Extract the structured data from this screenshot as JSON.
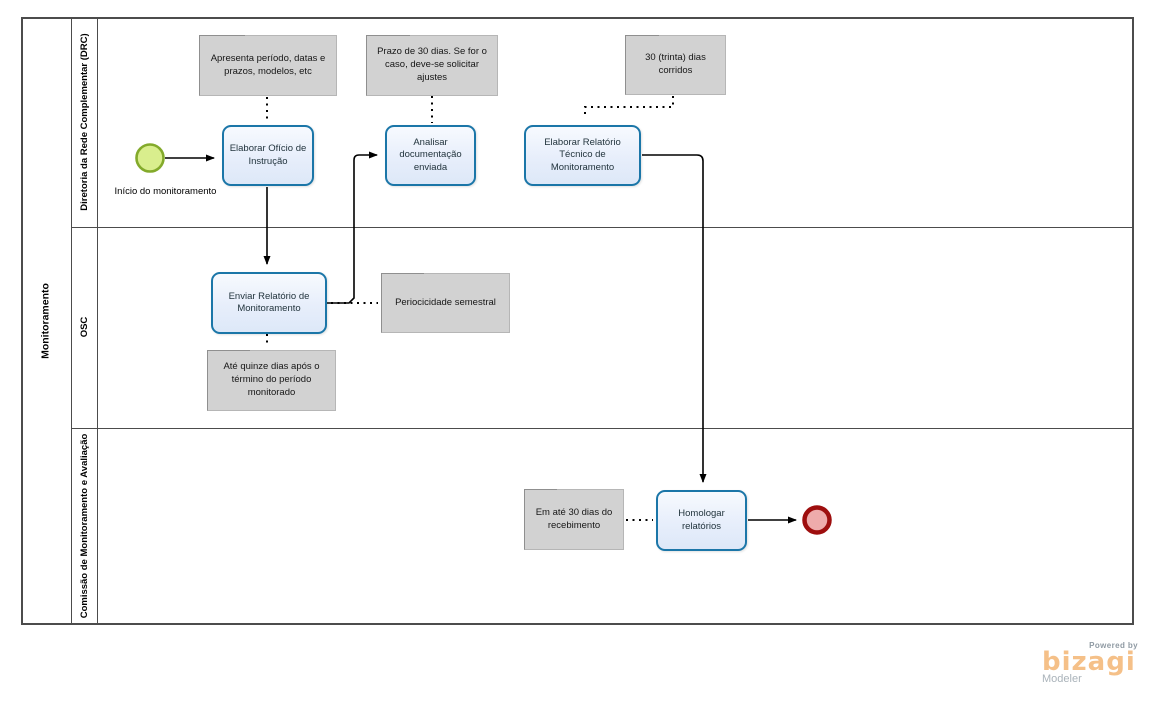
{
  "pool": {
    "title": "Monitoramento"
  },
  "lanes": [
    {
      "title": "Diretoria da Rede Complementar (DRC)"
    },
    {
      "title": "OSC"
    },
    {
      "title": "Comissão de Monitoramento e Avaliação"
    }
  ],
  "events": {
    "start": {
      "label": "Início do monitoramento"
    }
  },
  "tasks": [
    {
      "label": "Elaborar Ofício de Instrução"
    },
    {
      "label": "Analisar documentação enviada"
    },
    {
      "label": "Elaborar Relatório Técnico de Monitoramento"
    },
    {
      "label": "Enviar Relatório de Monitoramento"
    },
    {
      "label": "Homologar relatórios"
    }
  ],
  "annotations": [
    {
      "text": "Apresenta período, datas e prazos, modelos, etc"
    },
    {
      "text": "Prazo de 30 dias. Se for o caso, deve-se solicitar ajustes"
    },
    {
      "text": "30 (trinta) dias corridos"
    },
    {
      "text": "Periocicidade semestral"
    },
    {
      "text": "Até quinze dias após o término do período monitorado"
    },
    {
      "text": "Em até 30 dias do recebimento"
    }
  ],
  "flows": [
    {
      "from": "start-event",
      "to": "Elaborar Ofício de Instrução"
    },
    {
      "from": "Elaborar Ofício de Instrução",
      "to": "Enviar Relatório de Monitoramento"
    },
    {
      "from": "Enviar Relatório de Monitoramento",
      "to": "Analisar documentação enviada"
    },
    {
      "from": "Analisar documentação enviada",
      "to": "Elaborar Relatório Técnico de Monitoramento"
    },
    {
      "from": "Elaborar Relatório Técnico de Monitoramento",
      "to": "Homologar relatórios"
    },
    {
      "from": "Homologar relatórios",
      "to": "end-event"
    }
  ],
  "branding": {
    "powered_by": "Powered by",
    "brand": "bizagi",
    "product": "Modeler"
  },
  "colors": {
    "task_border": "#1b76a8",
    "task_fill": "#e7eefb",
    "task_text": "#22343d",
    "annotation_fill": "#d2d2d2",
    "annotation_border": "#8f8f8f",
    "start_fill": "#d9ee8d",
    "start_border": "#83aa2b",
    "end_fill": "#eeabab",
    "end_border": "#9e0e0e",
    "line": "#000000",
    "frame": "#4c4c4c",
    "brand_orange": "#f5c088",
    "brand_gray": "#8f9aa3"
  }
}
